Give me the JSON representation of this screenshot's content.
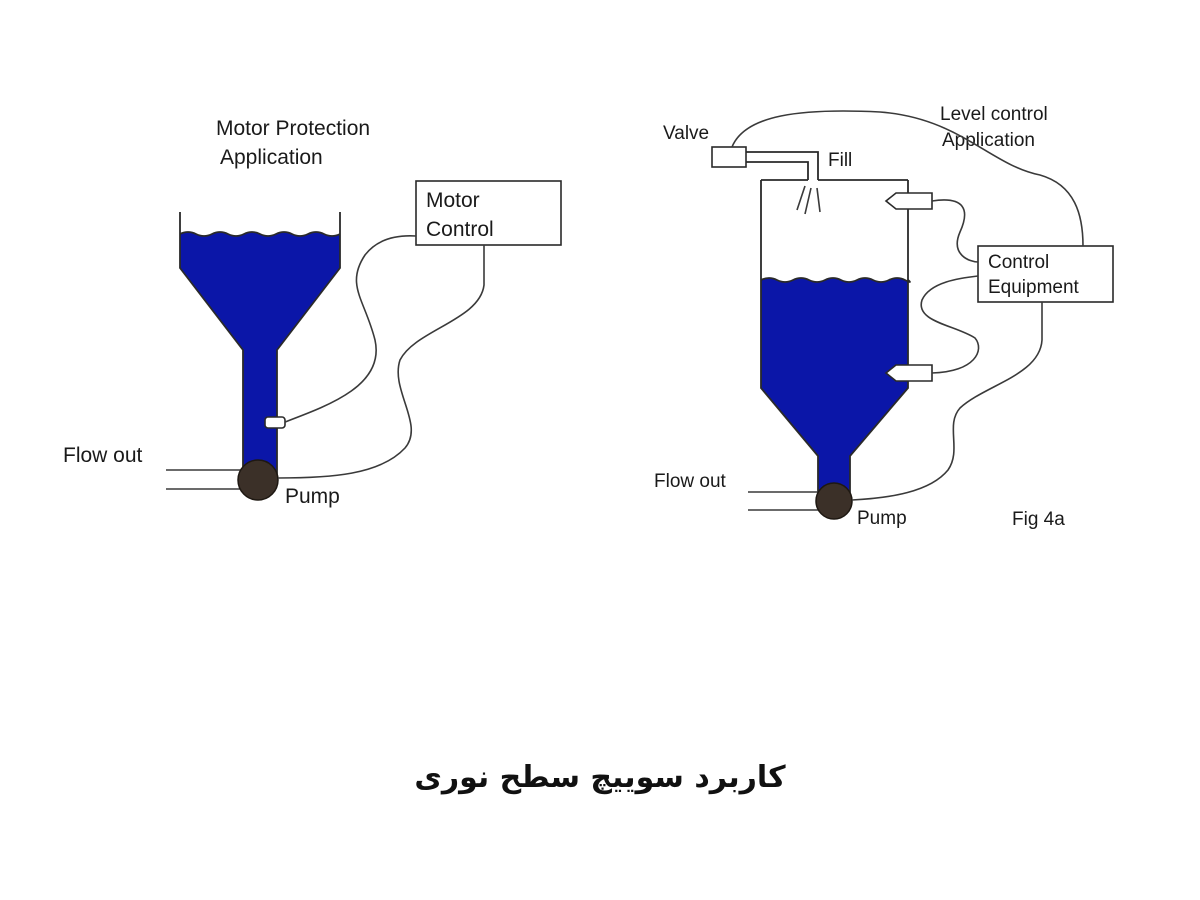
{
  "colors": {
    "liquid": "#0b16a8",
    "pump": "#3b3028",
    "line": "#2a2a2a"
  },
  "left_panel": {
    "title_line1": "Motor Protection",
    "title_line2": "Application",
    "control_box_line1": "Motor",
    "control_box_line2": "Control",
    "flow_out": "Flow out",
    "pump": "Pump"
  },
  "right_panel": {
    "title_line1": "Level control",
    "title_line2": "Application",
    "valve": "Valve",
    "fill": "Fill",
    "control_box_line1": "Control",
    "control_box_line2": "Equipment",
    "flow_out": "Flow out",
    "pump": "Pump",
    "fig_label": "Fig 4a"
  },
  "caption": "کاربرد سوییچ سطح نوری"
}
